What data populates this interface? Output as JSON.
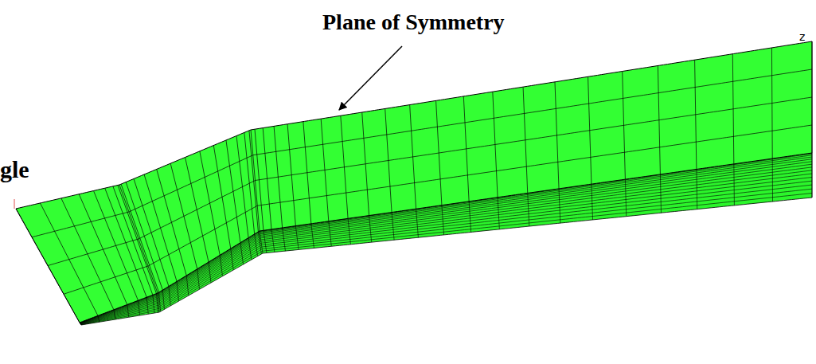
{
  "diagram": {
    "labels": [
      "Plane of Symmetry",
      "gle",
      "z"
    ]
  }
}
